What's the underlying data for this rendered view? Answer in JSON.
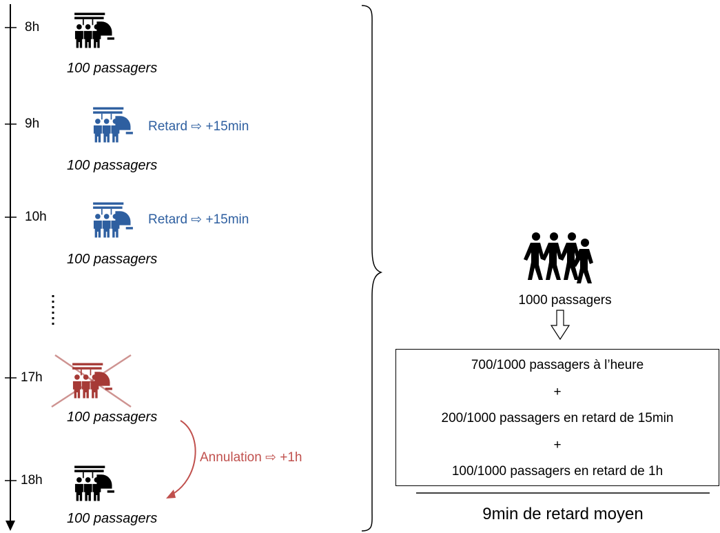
{
  "timeline": [
    {
      "time": "8h",
      "passengers": "100 passagers",
      "status": "normal",
      "note": ""
    },
    {
      "time": "9h",
      "passengers": "100 passagers",
      "status": "delayed",
      "note": "Retard ⇨ +15min"
    },
    {
      "time": "10h",
      "passengers": "100 passagers",
      "status": "delayed",
      "note": "Retard ⇨ +15min"
    },
    {
      "time": "17h",
      "passengers": "100 passagers",
      "status": "cancelled",
      "note": ""
    },
    {
      "time": "18h",
      "passengers": "100 passagers",
      "status": "normal",
      "note": ""
    }
  ],
  "cancel_note": "Annulation ⇨ +1h",
  "total_label": "1000 passagers",
  "summary": {
    "line1": "700/1000 passagers à l’heure",
    "plus1": "+",
    "line2": "200/1000 passagers en retard de 15min",
    "plus2": "+",
    "line3": "100/1000 passagers en retard de 1h"
  },
  "result": "9min de retard moyen",
  "colors": {
    "normal": "#000000",
    "delayed": "#2e5fa0",
    "cancelled": "#a63a36",
    "cancel_note": "#c0504d"
  }
}
